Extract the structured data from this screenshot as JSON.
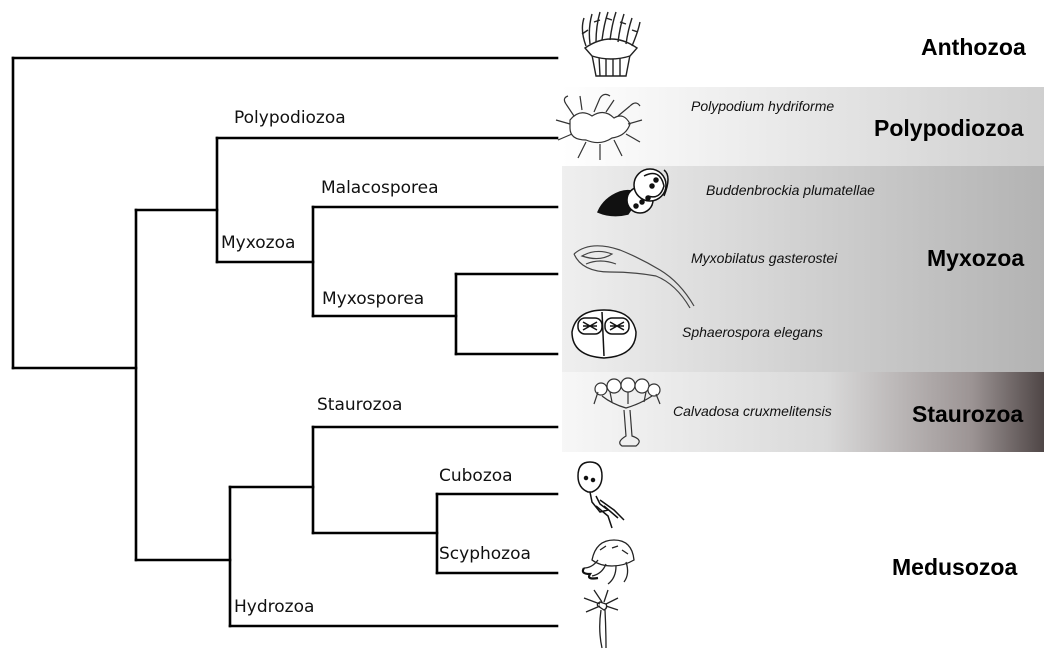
{
  "clades": {
    "polypodiozoa": "Polypodiozoa",
    "myxozoa": "Myxozoa",
    "malacosporea": "Malacosporea",
    "myxosporea": "Myxosporea",
    "staurozoa": "Staurozoa",
    "cubozoa": "Cubozoa",
    "scyphozoa": "Scyphozoa",
    "hydrozoa": "Hydrozoa"
  },
  "species": {
    "polypodium": "Polypodium hydriforme",
    "buddenbrockia": "Buddenbrockia plumatellae",
    "myxobilatus": "Myxobilatus gasterostei",
    "sphaerospora": "Sphaerospora elegans",
    "calvadosa": "Calvadosa cruxmelitensis"
  },
  "groups": {
    "anthozoa": "Anthozoa",
    "polypodiozoa": "Polypodiozoa",
    "myxozoa": "Myxozoa",
    "staurozoa": "Staurozoa",
    "medusozoa": "Medusozoa"
  },
  "colors": {
    "branch": "#000000",
    "band_light": "#f2f2f2",
    "band_mid": "#b5b5b5",
    "band_dark": "#5e5656"
  },
  "icons": [
    "anemone-icon",
    "polypodium-icon",
    "buddenbrockia-icon",
    "myxobilatus-icon",
    "sphaerospora-icon",
    "stauromedusa-icon",
    "cubozoan-icon",
    "scyphozoan-icon",
    "hydrozoan-icon"
  ]
}
